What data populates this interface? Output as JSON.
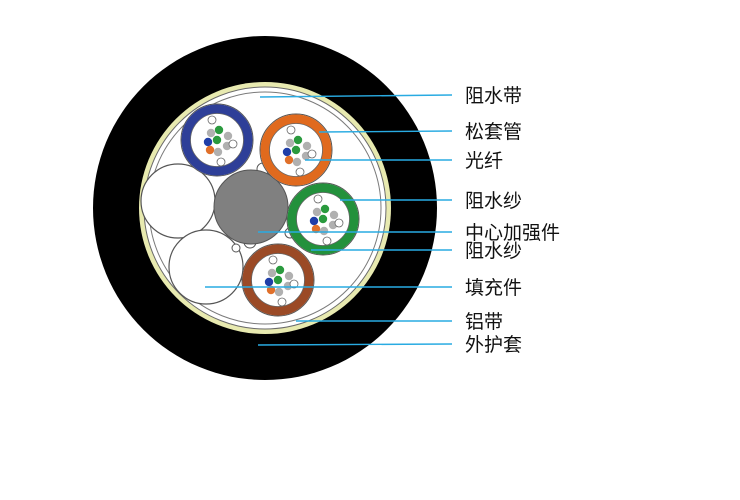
{
  "labels": {
    "water_blocking_tape": "阻水带",
    "loose_tube": "松套管",
    "optical_fiber": "光纤",
    "water_blocking_yarn_1": "阻水纱",
    "central_strength_member": "中心加强件",
    "water_blocking_yarn_2": "阻水纱",
    "filler": "填充件",
    "aluminum_tape": "铝带",
    "outer_sheath": "外护套"
  },
  "colors": {
    "outer_sheath": "#000000",
    "aluminum_tape": "#e8eab0",
    "tube_blue": "#2e3f98",
    "tube_orange": "#e06a1e",
    "tube_green": "#23913c",
    "tube_brown": "#9b4a26",
    "central_member": "#808080",
    "leader_line": "#29abe2",
    "fiber_blue": "#1f3ea8",
    "fiber_green": "#2a9a3e",
    "fiber_orange": "#e0702a",
    "fiber_gray": "#b0b0b0"
  },
  "icons": [
    "outer-sheath-ring",
    "loose-tube",
    "central-strength-member",
    "filler-rod",
    "optical-fiber"
  ]
}
